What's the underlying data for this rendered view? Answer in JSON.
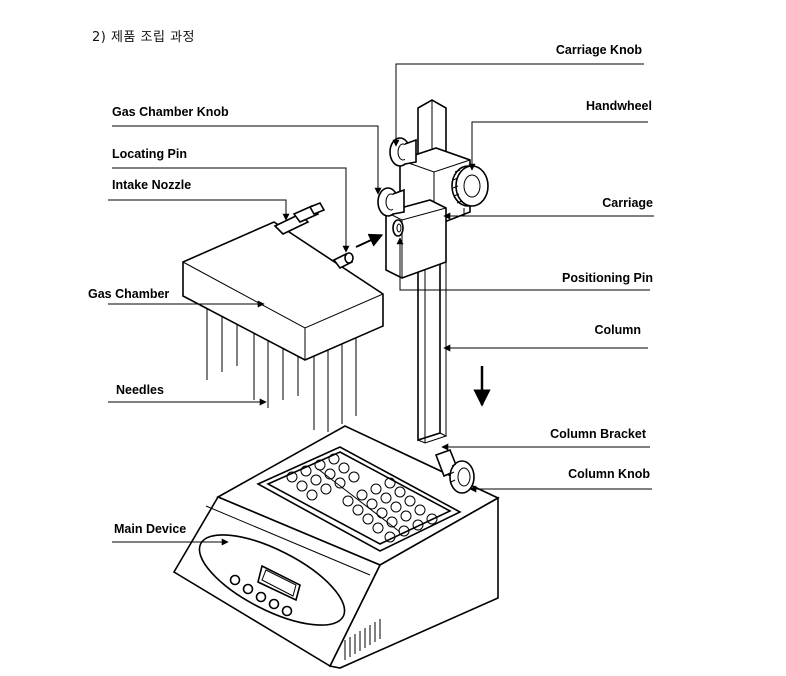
{
  "heading": "2)  제품 조립 과정",
  "labels": {
    "carriage_knob": "Carriage Knob",
    "handwheel": "Handwheel",
    "gas_chamber_knob": "Gas Chamber Knob",
    "locating_pin": "Locating Pin",
    "intake_nozzle": "Intake Nozzle",
    "carriage": "Carriage",
    "positioning_pin": "Positioning Pin",
    "gas_chamber": "Gas Chamber",
    "column": "Column",
    "needles": "Needles",
    "column_bracket": "Column Bracket",
    "column_knob": "Column Knob",
    "main_device": "Main Device"
  }
}
